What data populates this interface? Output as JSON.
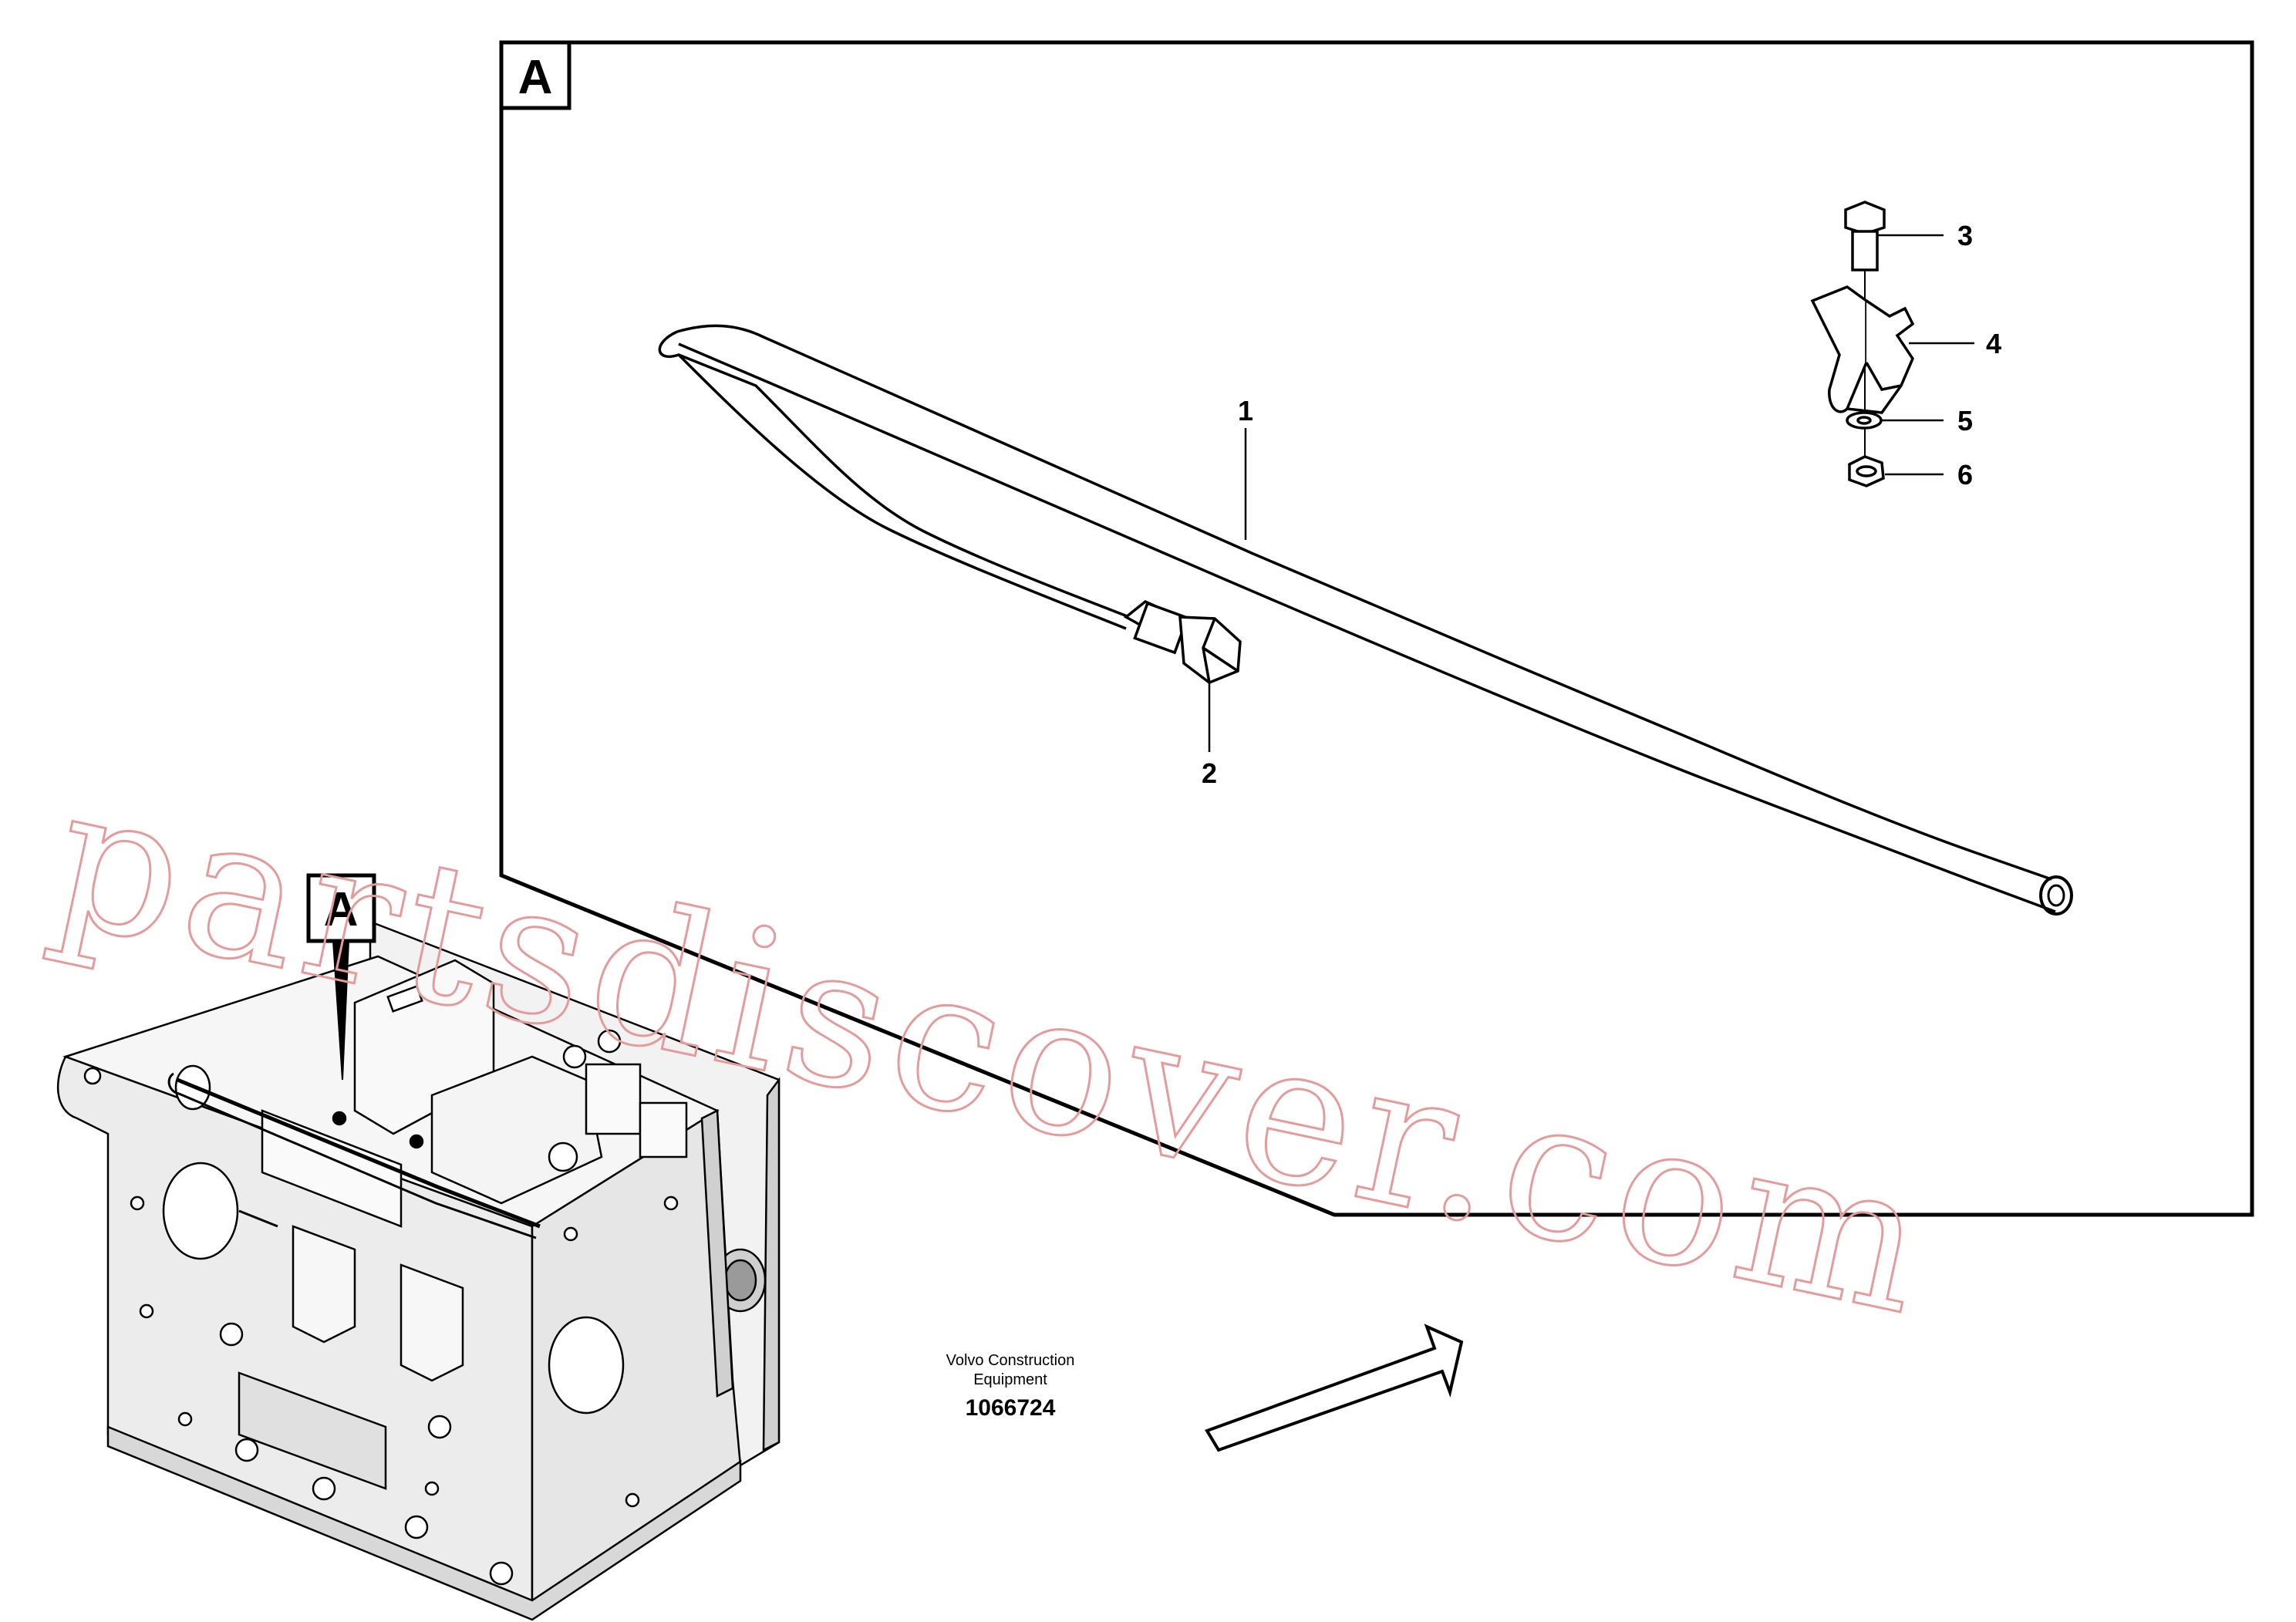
{
  "detail_label": "A",
  "view_label": "A",
  "callouts": [
    {
      "id": "1",
      "label": "1"
    },
    {
      "id": "2",
      "label": "2"
    },
    {
      "id": "3",
      "label": "3"
    },
    {
      "id": "4",
      "label": "4"
    },
    {
      "id": "5",
      "label": "5"
    },
    {
      "id": "6",
      "label": "6"
    }
  ],
  "manufacturer": {
    "line1": "Volvo Construction",
    "line2": "Equipment"
  },
  "document_number": "1066724",
  "watermark": "partsdiscover.com",
  "colors": {
    "line": "#000000",
    "watermark": "#e39b9b",
    "machine_fill": "#ececec",
    "background": "#ffffff"
  }
}
